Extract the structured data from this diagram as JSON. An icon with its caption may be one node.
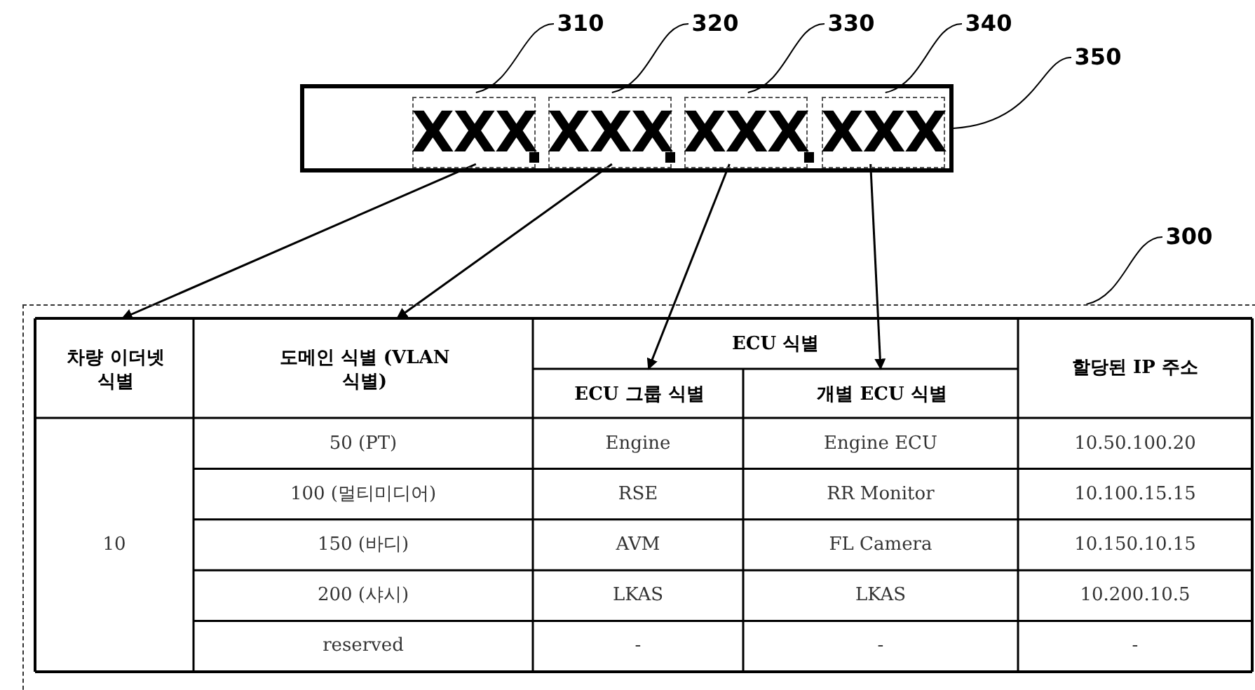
{
  "diagram": {
    "nodes": [
      {
        "text": [
          "310"
        ]
      },
      {
        "text": [
          "320"
        ]
      },
      {
        "text": [
          "330"
        ]
      },
      {
        "text": [
          "340"
        ]
      },
      {
        "text": [
          "350"
        ]
      },
      {
        "text": [],
        "shape": "box"
      },
      {
        "text": [
          "XXX"
        ],
        "in": 5
      },
      {
        "text": [
          "XXX"
        ],
        "in": 5
      },
      {
        "text": [
          "XXX"
        ],
        "in": 5
      },
      {
        "text": [
          "XXX"
        ],
        "in": 5
      },
      {
        "text": [
          "300"
        ]
      },
      {
        "text": [],
        "shape": "box"
      },
      {
        "text": [
          "차량 이더넷 식별"
        ],
        "in": 11
      },
      {
        "text": [
          "도메인 식별 (VLAN 식별)"
        ],
        "in": 11
      },
      {
        "text": [
          "ECU 그룹 식별"
        ],
        "in": 11
      },
      {
        "text": [
          "개별 ECU 식별"
        ],
        "in": 11
      }
    ],
    "edges": [
      {
        "from": 0,
        "to": 6,
        "arrow": "none"
      },
      {
        "from": 1,
        "to": 7,
        "arrow": "none"
      },
      {
        "from": 2,
        "to": 8,
        "arrow": "none"
      },
      {
        "from": 3,
        "to": 9,
        "arrow": "none"
      },
      {
        "from": 4,
        "to": 5,
        "arrow": "none"
      },
      {
        "from": 10,
        "to": 11,
        "arrow": "none"
      },
      {
        "from": 6,
        "to": 12,
        "arrow": "to"
      },
      {
        "from": 7,
        "to": 13,
        "arrow": "to"
      },
      {
        "from": 8,
        "to": 14,
        "arrow": "to"
      },
      {
        "from": 9,
        "to": 15,
        "arrow": "to"
      }
    ],
    "labels": [
      ".",
      ".",
      ".",
      "ECU 식별",
      "할당된 IP 주소",
      "10",
      "50 (PT)",
      "Engine",
      "Engine ECU",
      "10.50.100.20",
      "100 (멀티미디어)",
      "RSE",
      "RR Monitor",
      "10.100.15.15",
      "150 (바디)",
      "AVM",
      "FL Camera",
      "10.150.10.15",
      "200 (샤시)",
      "LKAS",
      "LKAS",
      "10.200.10.5",
      "reserved",
      "-",
      "-",
      "-"
    ]
  }
}
